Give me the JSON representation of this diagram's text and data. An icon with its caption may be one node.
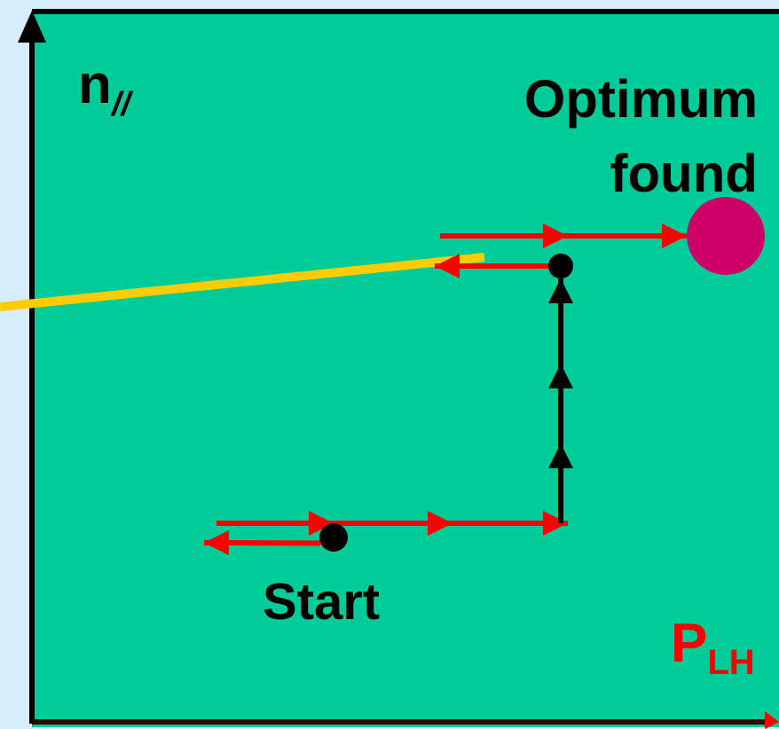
{
  "diagram": {
    "nodes": [
      {
        "text": [],
        "shape": "circle",
        "beside": [
          "Start"
        ]
      },
      {
        "text": [],
        "shape": "circle"
      },
      {
        "text": [],
        "shape": "circle",
        "beside": [
          "Optimum found"
        ]
      }
    ],
    "edges": [
      {
        "from": null,
        "to": 0,
        "arrow": "to",
        "color": "#ff0000"
      },
      {
        "from": 0,
        "to": null,
        "arrow": "to",
        "color": "#ff0000"
      },
      {
        "from": 0,
        "to": null,
        "arrow": "to",
        "color": "#ff0000"
      },
      {
        "from": null,
        "to": 1,
        "arrow": "to",
        "color": "#000000"
      },
      {
        "from": 1,
        "to": null,
        "arrow": "to",
        "color": "#ff0000"
      },
      {
        "from": null,
        "to": 2,
        "arrow": "to",
        "color": "#ff0000"
      }
    ],
    "labels": [
      "n$_{//}$",
      "P$_{LH}$"
    ]
  }
}
